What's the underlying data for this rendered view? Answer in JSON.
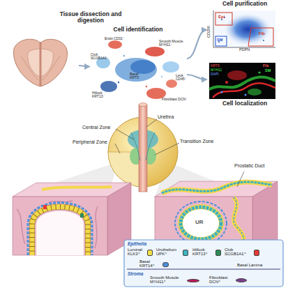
{
  "diagram": {
    "nodes": [
      {
        "text": [
          "Tissue dissection and digestion"
        ]
      },
      {
        "text": [
          "Cell identification"
        ]
      },
      {
        "text": [
          "Cell purification"
        ]
      },
      {
        "text": [
          "Cell localization"
        ]
      }
    ],
    "edges": [
      {
        "from": 0,
        "to": 1,
        "arrow": "to"
      },
      {
        "from": 1,
        "to": 2,
        "arrow": "to"
      },
      {
        "from": 1,
        "to": 3,
        "arrow": "to"
      }
    ],
    "labels": [
      "Endo CD31⁺",
      "Smooth Muscle MYH11⁺",
      "Club SCGB1A1⁺",
      "Basal KRT5⁺",
      "Leuk CD45⁺",
      "Hillock KRT13⁺",
      "Fibroblast DCN⁺",
      "CD200",
      "PDPN",
      "Epi",
      "SM",
      "Fib",
      "KRT5",
      "MYH11",
      "DAPI",
      "Fib",
      "SM",
      "Urethra",
      "Central Zone",
      "Transition Zone",
      "Peripheral Zone",
      "Prostatic Duct",
      "UR",
      "Epithelia",
      "Basal Lamina",
      "Stroma"
    ],
    "legend": [
      {
        "text": "Luminal KLK3⁺",
        "color": "#f3e04a"
      },
      {
        "text": "Urothelium UPK⁺",
        "color": "#3fb2c0"
      },
      {
        "text": "Hillock KRT13⁺",
        "color": "#2e8b57"
      },
      {
        "text": "Club SCGB1A1⁺",
        "color": "#e53935"
      },
      {
        "text": "Basal KRT14⁺",
        "color": "#4a90d9"
      },
      {
        "text": "Smooth Muscle MYH11⁺",
        "color": "#c2185b"
      },
      {
        "text": "Fibroblast DCN⁺",
        "color": "#7b3f8c"
      }
    ]
  }
}
